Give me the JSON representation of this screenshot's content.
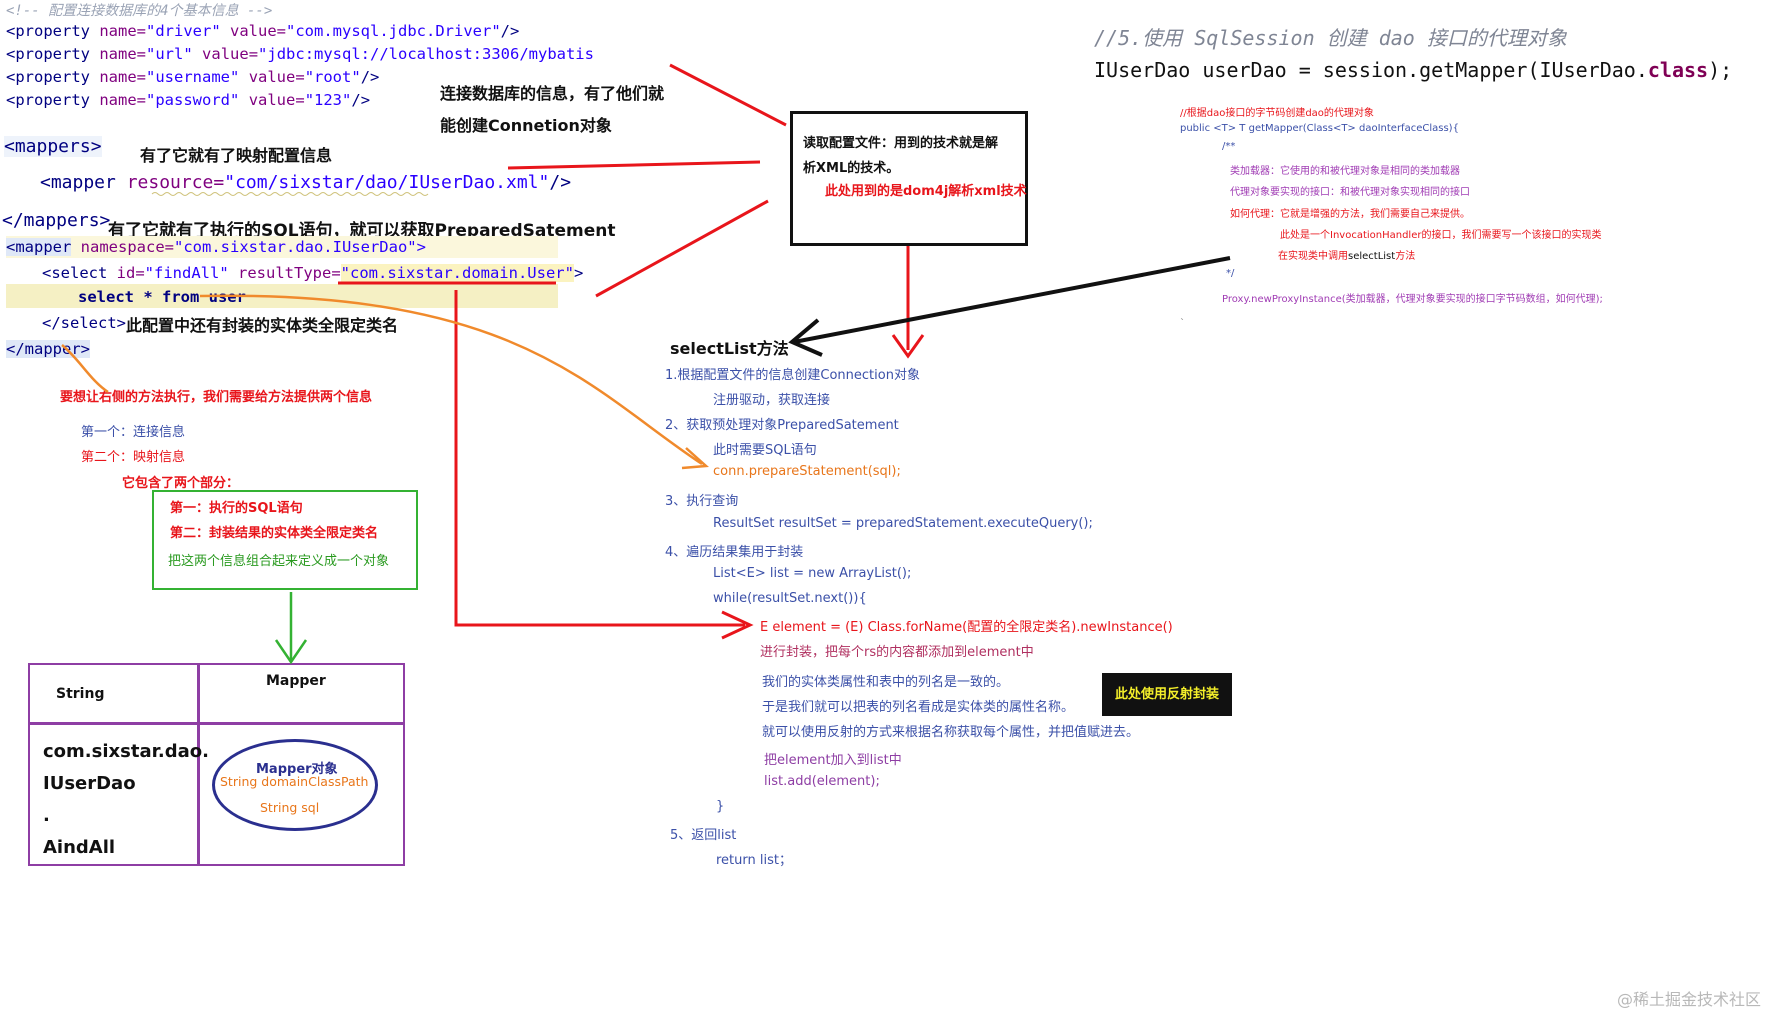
{
  "config": {
    "comment": "<!-- 配置连接数据库的4个基本信息 -->",
    "properties": [
      {
        "tag": "<property",
        "name_attr": "name=",
        "name_val": "\"driver\"",
        "value_attr": "value=",
        "value_val": "\"com.mysql.jdbc.Driver\"",
        "end": "/>"
      },
      {
        "tag": "<property",
        "name_attr": "name=",
        "name_val": "\"url\"",
        "value_attr": "value=",
        "value_val": "\"jdbc:mysql://localhost:3306/mybatis",
        "end": ""
      },
      {
        "tag": "<property",
        "name_attr": "name=",
        "name_val": "\"username\"",
        "value_attr": "value=",
        "value_val": "\"root\"",
        "end": "/>"
      },
      {
        "tag": "<property",
        "name_attr": "name=",
        "name_val": "\"password\"",
        "value_attr": "value=",
        "value_val": "\"123\"",
        "end": "/>"
      }
    ],
    "conn_note_1": "连接数据库的信息，有了他们就",
    "conn_note_2": "能创建Connetion对象",
    "mappers_open": "<mappers>",
    "mappers_note": "有了它就有了映射配置信息",
    "mapper_tag": "<mapper",
    "mapper_resource_attr": "resource=",
    "mapper_resource_val": "\"com/sixstar/dao/IUserDao.xml\"",
    "mapper_end": "/>",
    "mappers_close": "</mappers>",
    "sql_note": "有了它就有了执行的SQL语句，就可以获取PreparedSatement"
  },
  "mapper_xml": {
    "open_tag": "<mapper",
    "ns_attr": "namespace=",
    "ns_val": "\"com.sixstar.dao.IUserDao\">",
    "select_tag": "<select",
    "id_attr": "id=",
    "id_val": "\"findAll\"",
    "rt_attr": "resultType=",
    "rt_val": "\"com.sixstar.domain.User\"",
    "rt_end": ">",
    "sql_text": "select * from user",
    "select_close": "</select>",
    "class_note": "此配置中还有封装的实体类全限定类名",
    "mapper_close": "</mapper>"
  },
  "left_notes": {
    "need_two": "要想让右侧的方法执行，我们需要给方法提供两个信息",
    "first": "第一个：连接信息",
    "second": "第二个：映射信息",
    "two_parts": "它包含了两个部分：",
    "part1": "第一：执行的SQL语句",
    "part2": "第二：封装结果的实体类全限定类名",
    "combine": "把这两个信息组合起来定义成一个对象"
  },
  "map_table": {
    "key_header": "String",
    "val_header": "Mapper",
    "key_lines": [
      "com.sixstar.dao.",
      "IUserDao",
      ".",
      "AindAll"
    ],
    "ellipse_title": "Mapper对象",
    "ellipse_line1": "String domainClassPath",
    "ellipse_line2": "String sql"
  },
  "parse_box": {
    "line1": "读取配置文件：用到的技术就是解",
    "line2": "析XML的技术。",
    "line3": "此处用到的是dom4j解析xml技术"
  },
  "selectlist": {
    "title": "selectList方法",
    "s1": "1.根据配置文件的信息创建Connection对象",
    "s1a": "注册驱动，获取连接",
    "s2": "2、获取预处理对象PreparedSatement",
    "s2a": "此时需要SQL语句",
    "s2b": "conn.prepareStatement(sql);",
    "s3": "3、执行查询",
    "s3a": "ResultSet resultSet = preparedStatement.executeQuery();",
    "s4": "4、遍历结果集用于封装",
    "s4a": "List<E> list = new ArrayList();",
    "s4b": "while(resultSet.next()){",
    "s4c": "E element =   (E) Class.forName(配置的全限定类名).newInstance()",
    "s4d": "进行封装，把每个rs的内容都添加到element中",
    "s4e": "我们的实体类属性和表中的列名是一致的。",
    "s4f": "于是我们就可以把表的列名看成是实体类的属性名称。",
    "s4g": "就可以使用反射的方式来根据名称获取每个属性，并把值赋进去。",
    "s4h": "把element加入到list中",
    "s4i": "list.add(element);",
    "s4j": "}",
    "s5": "5、返回list",
    "s5a": "return list；",
    "reflect_badge": "此处使用反射封装"
  },
  "top_right": {
    "comment": "//5.使用 SqlSession 创建 dao 接口的代理对象",
    "code_a": "IUserDao userDao = session.getMapper(IUserDao.",
    "code_kw": "class",
    "code_b": ");"
  },
  "proxy": {
    "p1": "//根据dao接口的字节码创建dao的代理对象",
    "p2": "public <T> T getMapper(Class<T> daoInterfaceClass){",
    "p3": "/**",
    "p4": "类加载器：它使用的和被代理对象是相同的类加载器",
    "p5": "代理对象要实现的接口：和被代理对象实现相同的接口",
    "p6": "如何代理：它就是增强的方法，我们需要自己来提供。",
    "p7": "此处是一个InvocationHandler的接口，我们需要写一个该接口的实现类",
    "p8a": "在实现类中调用",
    "p8b": "selectList",
    "p8c": "方法",
    "p9": "*/",
    "p10": "Proxy.newProxyInstance(类加载器，代理对象要实现的接口字节码数组，如何代理);",
    "p11": "`"
  },
  "watermark": "@稀土掘金技术社区",
  "colors": {
    "red": "#e8151b",
    "orange": "#f08a2c",
    "green": "#34b233",
    "purple": "#8e3ea4",
    "navy": "#2a2f8f"
  }
}
